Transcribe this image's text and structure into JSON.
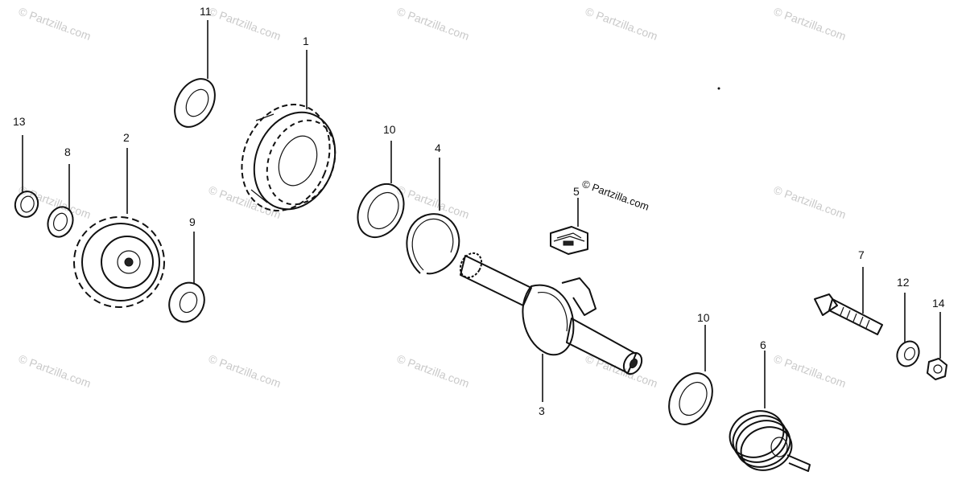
{
  "watermark_text": "© Partzilla.com",
  "copyright_text": "© Partzilla.com",
  "callouts": {
    "c1": "1",
    "c2": "2",
    "c3": "3",
    "c4": "4",
    "c5": "5",
    "c6": "6",
    "c7": "7",
    "c8": "8",
    "c9": "9",
    "c10a": "10",
    "c10b": "10",
    "c11": "11",
    "c12": "12",
    "c13": "13",
    "c14": "14"
  }
}
